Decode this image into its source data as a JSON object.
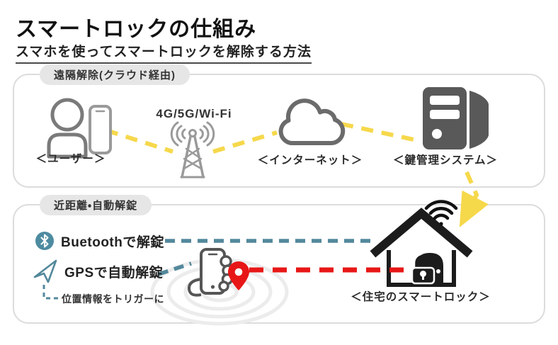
{
  "page": {
    "title": "スマートロックの仕組み",
    "subtitle": "スマホを使ってスマートロックを解除する方法"
  },
  "colors": {
    "accent_yellow": "#f6d84b",
    "accent_teal": "#53889b",
    "accent_red": "#e81717",
    "icon_gray": "#9a9a9a",
    "icon_dark": "#595959",
    "icon_black": "#1c1c1c",
    "badge_bg": "#e6e6e6",
    "box_border": "#dcdcdc",
    "text_dark": "#2b2b2b",
    "bluetooth_badge": "#4d8ba0"
  },
  "remote_section": {
    "badge": "遠隔解除(クラウド経由)",
    "user_label": "＜ユーザー＞",
    "network_label": "4G/5G/Wi-Fi",
    "internet_label": "＜インターネット＞",
    "server_label": "＜鍵管理システム＞"
  },
  "proximity_section": {
    "badge": "近距離・自動解錠",
    "bluetooth_label": "Buetoothで解錠",
    "gps_label": "GPSで自動解錠",
    "gps_note": "位置情報をトリガーに",
    "house_label": "＜住宅のスマートロック＞"
  },
  "icons": {
    "user": "user-icon",
    "smartphone": "smartphone-icon",
    "antenna": "antenna-tower-icon",
    "cloud": "cloud-icon",
    "server": "server-icon",
    "bluetooth": "bluetooth-icon",
    "gps": "gps-arrow-icon",
    "hand_phone": "hand-holding-phone-icon",
    "pin": "location-pin-icon",
    "house": "house-icon",
    "wifi": "wifi-icon",
    "lock": "smart-lock-icon"
  }
}
